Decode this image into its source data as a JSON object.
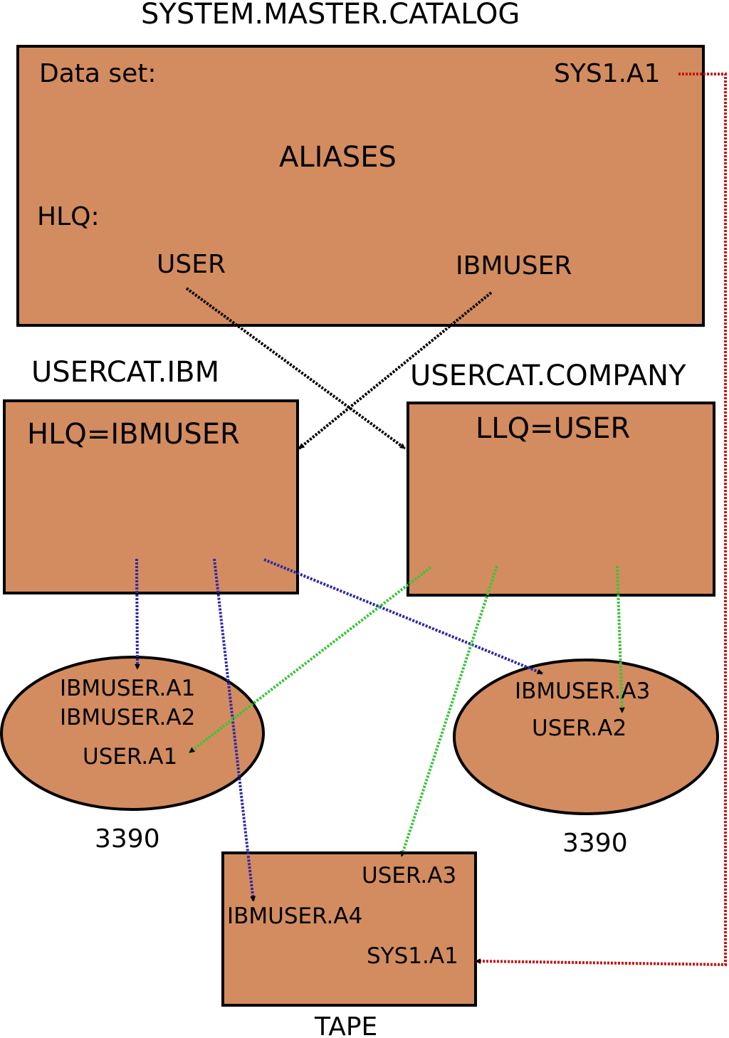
{
  "master_catalog": {
    "title": "SYSTEM.MASTER.CATALOG",
    "dataset_label": "Data set:",
    "dataset_value": "SYS1.A1",
    "aliases_label": "ALIASES",
    "hlq_label": "HLQ:",
    "alias_user": "USER",
    "alias_ibmuser": "IBMUSER"
  },
  "usercat_ibm": {
    "title": "USERCAT.IBM",
    "rule": "HLQ=IBMUSER"
  },
  "usercat_company": {
    "title": "USERCAT.COMPANY",
    "rule": "LLQ=USER"
  },
  "volume_left": {
    "datasets": [
      "IBMUSER.A1",
      "IBMUSER.A2",
      "USER.A1"
    ],
    "device": "3390"
  },
  "volume_right": {
    "datasets": [
      "IBMUSER.A3",
      "USER.A2"
    ],
    "device": "3390"
  },
  "tape": {
    "datasets": [
      "USER.A3",
      "IBMUSER.A4",
      "SYS1.A1"
    ],
    "device": "TAPE"
  },
  "colors": {
    "box_fill": "#d38c5f",
    "alias_link": "#000000",
    "ibm_link": "#2a2aa8",
    "company_link": "#3cc43c",
    "system_link": "#cc1111"
  }
}
